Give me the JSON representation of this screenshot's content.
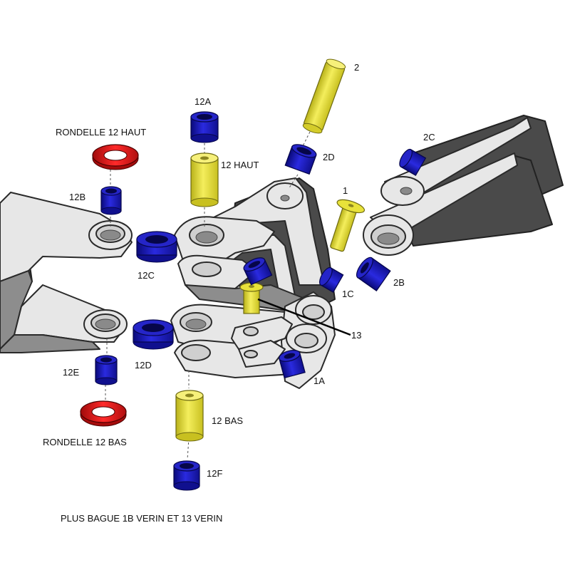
{
  "labels": {
    "p2": "2",
    "p2c": "2C",
    "p2d": "2D",
    "p1": "1",
    "p2b": "2B",
    "p1c": "1C",
    "p13": "13",
    "p1a": "1A",
    "p12a": "12A",
    "p12haut": "12 HAUT",
    "rondelle_haut": "RONDELLE 12 HAUT",
    "p12b": "12B",
    "p12c": "12C",
    "p12d": "12D",
    "p12e": "12E",
    "rondelle_bas": "RONDELLE 12 BAS",
    "p12bas": "12 BAS",
    "p12f": "12F"
  },
  "caption": "PLUS BAGUE 1B VERIN ET 13 VERIN",
  "colors": {
    "bushing_blue": "#1a1ab8",
    "pin_yellow": "#e8e23a",
    "washer_red": "#e01818",
    "frame_grey": "#e7e7e7"
  }
}
